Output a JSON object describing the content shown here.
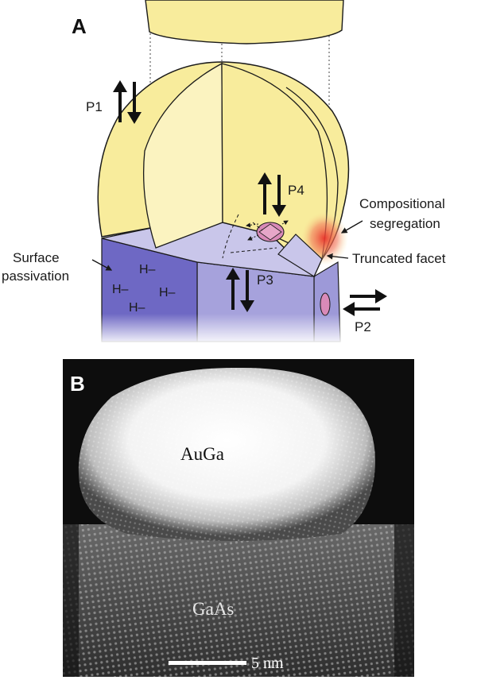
{
  "panel_a": {
    "letter": "A",
    "labels": {
      "p1": "P1",
      "p2": "P2",
      "p3": "P3",
      "p4": "P4",
      "compositional": "Compositional",
      "segregation": "segregation",
      "truncated_facet": "Truncated facet",
      "surface": "Surface",
      "passivation": "passivation",
      "h_bond": "H–"
    },
    "colors": {
      "droplet": "#f8ec9c",
      "droplet_light": "#fbf3c0",
      "nanowire_dark": "#6e68c4",
      "nanowire_mid": "#a6a2dc",
      "nanowire_top": "#c9c6ea",
      "segregation": "#e83a2e"
    }
  },
  "panel_b": {
    "letter": "B",
    "top_material": "AuGa",
    "bottom_material": "GaAs",
    "scale_bar": "5 nm"
  }
}
